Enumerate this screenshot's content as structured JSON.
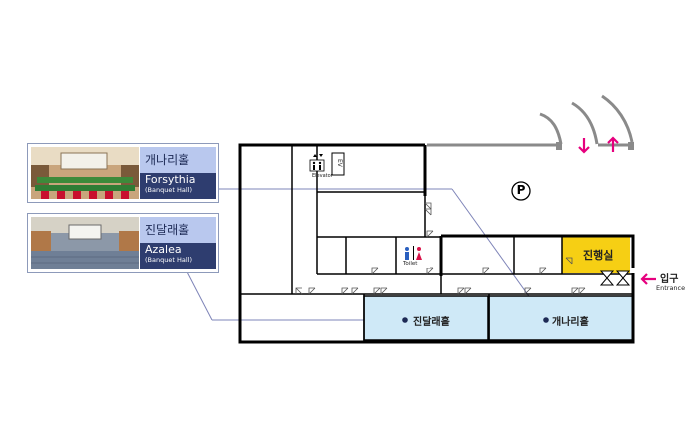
{
  "cards": [
    {
      "ko": "개나리홀",
      "en": "Forsythia",
      "sub": "(Banquet Hall)"
    },
    {
      "ko": "진달래홀",
      "en": "Azalea",
      "sub": "(Banquet Hall)"
    }
  ],
  "rooms": {
    "jindallae": "진달래홀",
    "gaenari": "개나리홀",
    "office": "진행실",
    "toilet": "Toilet",
    "elevator": "Elevator",
    "ev": "EV",
    "parking": "P"
  },
  "entrance": {
    "ko": "입구",
    "en": "Entrance"
  },
  "colors": {
    "hall": "#cfe9f7",
    "office": "#f6cf14",
    "arrow": "#e6007e",
    "card_top": "#b9c8ee",
    "card_bottom": "#2e3d6f"
  }
}
